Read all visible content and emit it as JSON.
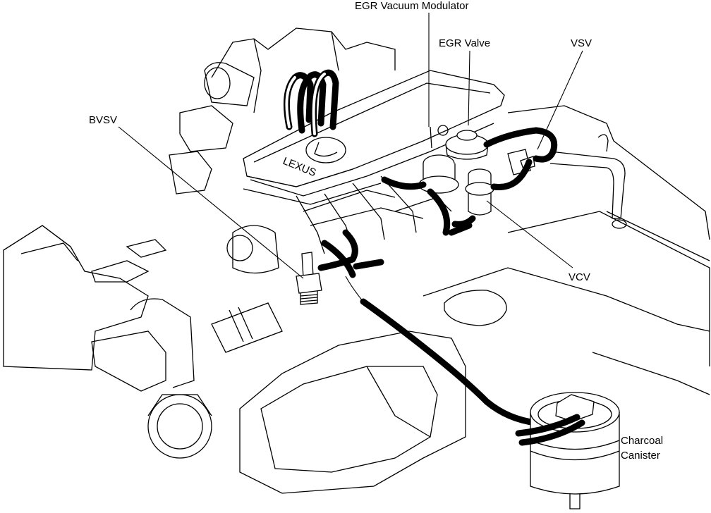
{
  "labels": {
    "egr_vacuum_modulator": "EGR Vacuum Modulator",
    "egr_valve": "EGR Valve",
    "vsv": "VSV",
    "bvsv": "BVSV",
    "vcv": "VCV",
    "charcoal_canister_line1": "Charcoal",
    "charcoal_canister_line2": "Canister",
    "logo": "LEXUS"
  }
}
